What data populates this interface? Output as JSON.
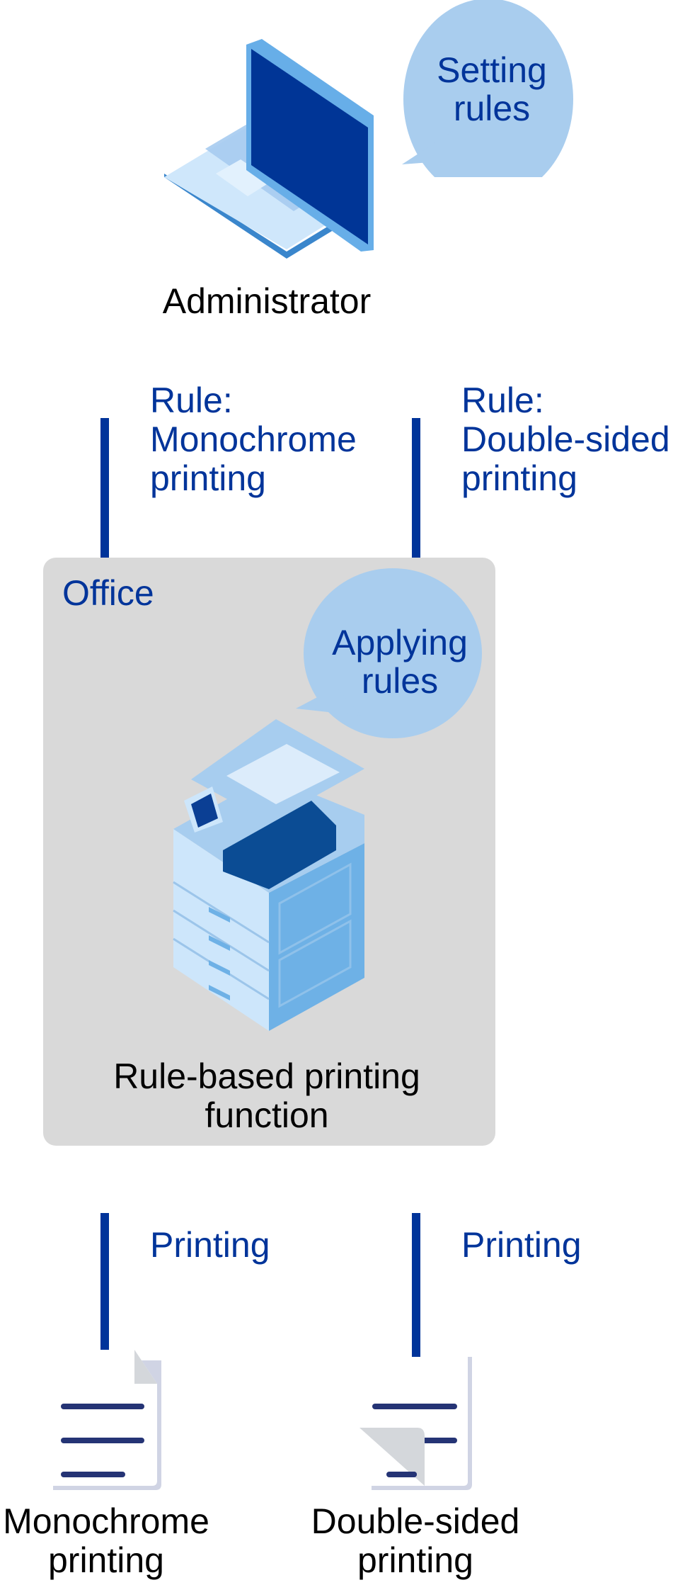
{
  "admin": {
    "label": "Administrator",
    "bubble": [
      "Setting",
      "rules"
    ]
  },
  "rules": {
    "left": [
      "Rule:",
      "Monochrome",
      "printing"
    ],
    "right": [
      "Rule:",
      "Double-sided",
      "printing"
    ]
  },
  "office": {
    "label": "Office",
    "bubble": [
      "Applying",
      "rules"
    ],
    "function_label": [
      "Rule-based printing",
      "function"
    ]
  },
  "outputs": {
    "left_arrow_label": "Printing",
    "right_arrow_label": "Printing",
    "left_doc": [
      "Monochrome",
      "printing"
    ],
    "right_doc": [
      "Double-sided",
      "printing"
    ]
  },
  "colors": {
    "accent": "#00349a",
    "bubble": "#a9cdee",
    "office_bg": "#d9d9d9",
    "doc_line": "#253475"
  }
}
